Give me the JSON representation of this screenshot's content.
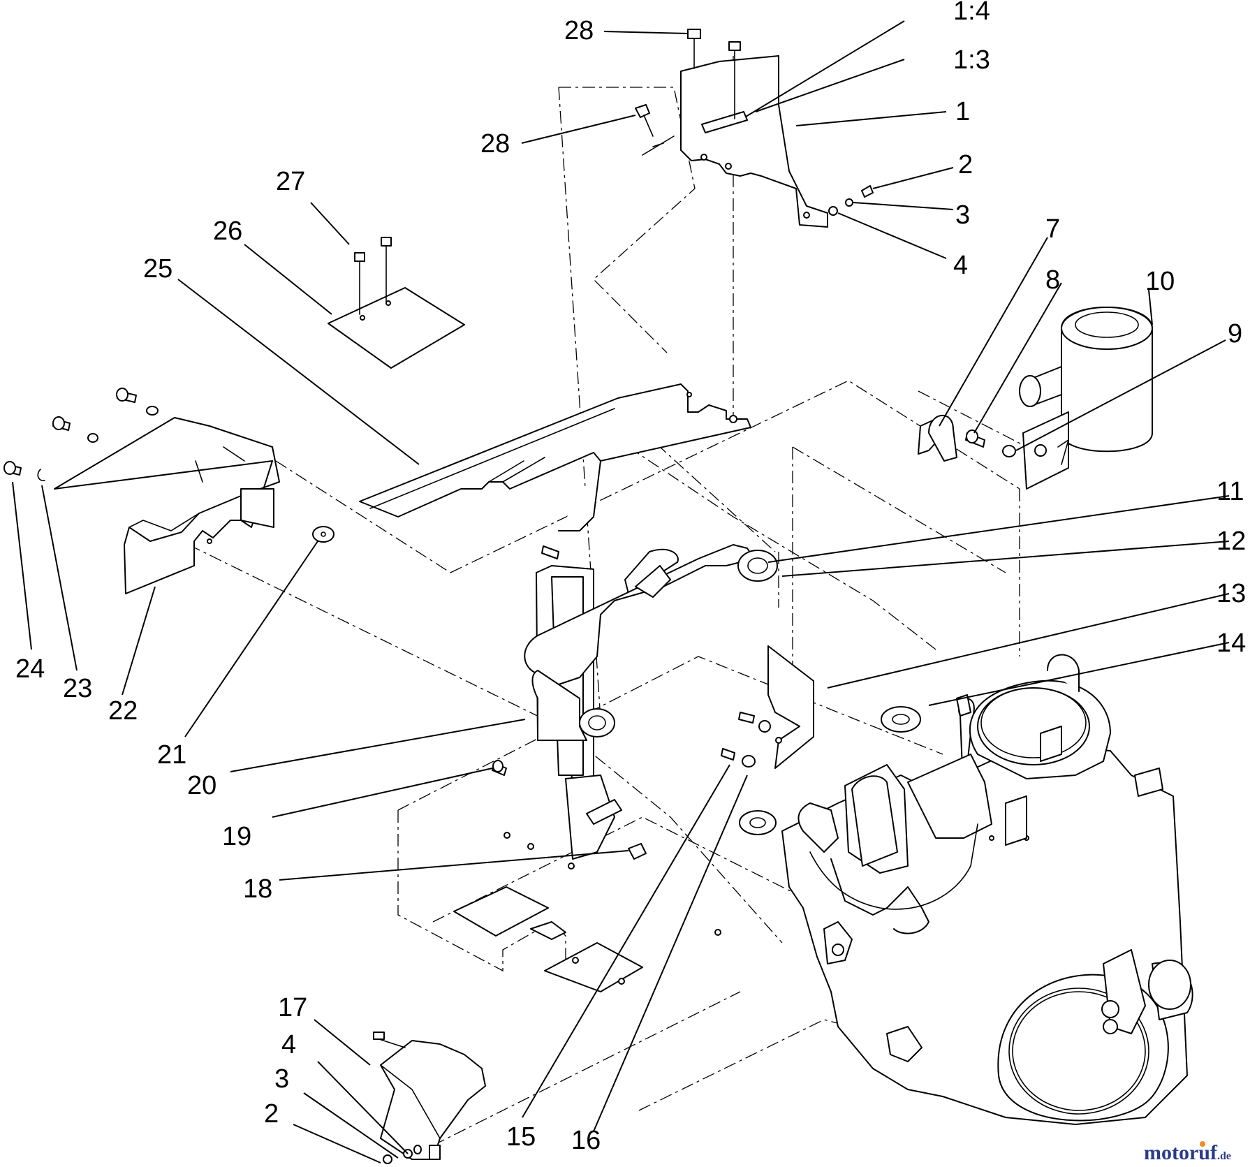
{
  "callouts": {
    "c28a": "28",
    "c28b": "28",
    "c1_4": "1:4",
    "c1_3": "1:3",
    "c1": "1",
    "c2a": "2",
    "c3a": "3",
    "c4a": "4",
    "c27": "27",
    "c26": "26",
    "c25": "25",
    "c7": "7",
    "c8": "8",
    "c10": "10",
    "c9": "9",
    "c11": "11",
    "c12": "12",
    "c13": "13",
    "c14": "14",
    "c24": "24",
    "c23": "23",
    "c22": "22",
    "c21": "21",
    "c20": "20",
    "c19": "19",
    "c18": "18",
    "c17": "17",
    "c4b": "4",
    "c3b": "3",
    "c2b": "2",
    "c15": "15",
    "c16": "16"
  },
  "watermark": {
    "brand": "motoruf",
    "suffix": ".de"
  },
  "colors": {
    "line": "#000000",
    "background": "#ffffff",
    "logo_blue": "#2a3a8c",
    "logo_orange": "#f28c1e"
  }
}
